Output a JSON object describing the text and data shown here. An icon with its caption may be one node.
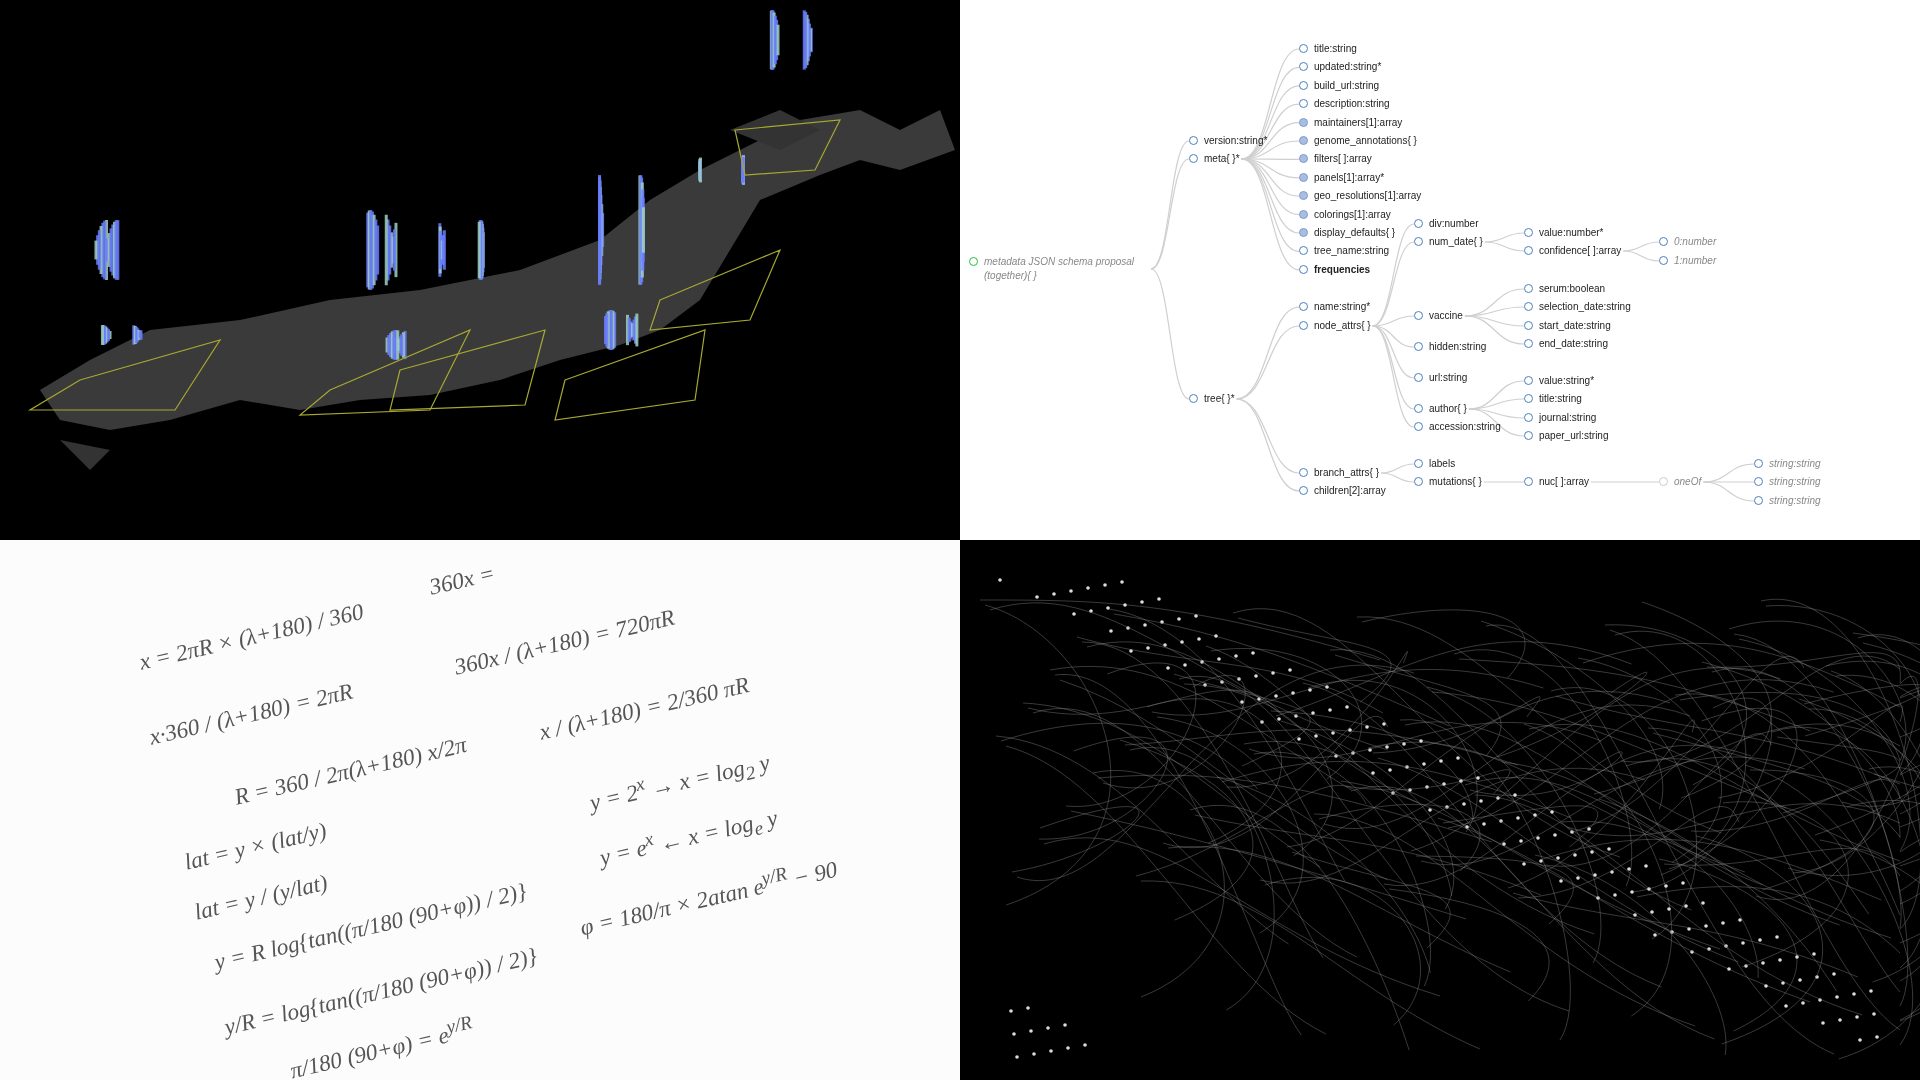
{
  "diagram": {
    "nodes": [
      {
        "text": [
          "metadata JSON schema proposal (together){ }"
        ]
      },
      {
        "text": [
          "version:string*"
        ]
      },
      {
        "text": [
          "meta{ }*"
        ]
      },
      {
        "text": [
          "title:string"
        ]
      },
      {
        "text": [
          "updated:string*"
        ]
      },
      {
        "text": [
          "build_url:string"
        ]
      },
      {
        "text": [
          "description:string"
        ]
      },
      {
        "text": [
          "maintainers[1]:array"
        ]
      },
      {
        "text": [
          "genome_annotations{ }"
        ]
      },
      {
        "text": [
          "filters[ ]:array"
        ]
      },
      {
        "text": [
          "panels[1]:array*"
        ]
      },
      {
        "text": [
          "geo_resolutions[1]:array"
        ]
      },
      {
        "text": [
          "colorings[1]:array"
        ]
      },
      {
        "text": [
          "display_defaults{ }"
        ]
      },
      {
        "text": [
          "tree_name:string"
        ]
      },
      {
        "text": [
          "frequencies"
        ]
      },
      {
        "text": [
          "tree{ }*"
        ]
      },
      {
        "text": [
          "name:string*"
        ]
      },
      {
        "text": [
          "node_attrs{ }"
        ]
      },
      {
        "text": [
          "div:number"
        ]
      },
      {
        "text": [
          "num_date{ }"
        ]
      },
      {
        "text": [
          "value:number*"
        ]
      },
      {
        "text": [
          "confidence[ ]:array"
        ]
      },
      {
        "text": [
          "0:number"
        ]
      },
      {
        "text": [
          "1:number"
        ]
      },
      {
        "text": [
          "vaccine"
        ]
      },
      {
        "text": [
          "serum:boolean"
        ]
      },
      {
        "text": [
          "selection_date:string"
        ]
      },
      {
        "text": [
          "start_date:string"
        ]
      },
      {
        "text": [
          "end_date:string"
        ]
      },
      {
        "text": [
          "hidden:string"
        ]
      },
      {
        "text": [
          "url:string"
        ]
      },
      {
        "text": [
          "author{ }"
        ]
      },
      {
        "text": [
          "value:string*"
        ]
      },
      {
        "text": [
          "title:string"
        ]
      },
      {
        "text": [
          "journal:string"
        ]
      },
      {
        "text": [
          "paper_url:string"
        ]
      },
      {
        "text": [
          "accession:string"
        ]
      },
      {
        "text": [
          "branch_attrs{ }"
        ]
      },
      {
        "text": [
          "labels"
        ]
      },
      {
        "text": [
          "mutations{ }"
        ]
      },
      {
        "text": [
          "nuc[ ]:array"
        ]
      },
      {
        "text": [
          "oneOf"
        ]
      },
      {
        "text": [
          "string:string"
        ]
      },
      {
        "text": [
          "string:string"
        ]
      },
      {
        "text": [
          "string:string"
        ]
      },
      {
        "text": [
          "children[2]:array"
        ]
      }
    ],
    "edges": [
      {
        "from": 0,
        "to": 1,
        "arrow": "none"
      },
      {
        "from": 0,
        "to": 2,
        "arrow": "none"
      },
      {
        "from": 0,
        "to": 16,
        "arrow": "none"
      },
      {
        "from": 2,
        "to": 3,
        "arrow": "none"
      },
      {
        "from": 2,
        "to": 4,
        "arrow": "none"
      },
      {
        "from": 2,
        "to": 5,
        "arrow": "none"
      },
      {
        "from": 2,
        "to": 6,
        "arrow": "none"
      },
      {
        "from": 2,
        "to": 7,
        "arrow": "none"
      },
      {
        "from": 2,
        "to": 8,
        "arrow": "none"
      },
      {
        "from": 2,
        "to": 9,
        "arrow": "none"
      },
      {
        "from": 2,
        "to": 10,
        "arrow": "none"
      },
      {
        "from": 2,
        "to": 11,
        "arrow": "none"
      },
      {
        "from": 2,
        "to": 12,
        "arrow": "none"
      },
      {
        "from": 2,
        "to": 13,
        "arrow": "none"
      },
      {
        "from": 2,
        "to": 14,
        "arrow": "none"
      },
      {
        "from": 2,
        "to": 15,
        "arrow": "none"
      },
      {
        "from": 16,
        "to": 17,
        "arrow": "none"
      },
      {
        "from": 16,
        "to": 18,
        "arrow": "none"
      },
      {
        "from": 16,
        "to": 38,
        "arrow": "none"
      },
      {
        "from": 16,
        "to": 46,
        "arrow": "none"
      },
      {
        "from": 18,
        "to": 19,
        "arrow": "none"
      },
      {
        "from": 18,
        "to": 20,
        "arrow": "none"
      },
      {
        "from": 18,
        "to": 25,
        "arrow": "none"
      },
      {
        "from": 18,
        "to": 30,
        "arrow": "none"
      },
      {
        "from": 18,
        "to": 31,
        "arrow": "none"
      },
      {
        "from": 18,
        "to": 32,
        "arrow": "none"
      },
      {
        "from": 18,
        "to": 37,
        "arrow": "none"
      },
      {
        "from": 20,
        "to": 21,
        "arrow": "none"
      },
      {
        "from": 20,
        "to": 22,
        "arrow": "none"
      },
      {
        "from": 22,
        "to": 23,
        "arrow": "none"
      },
      {
        "from": 22,
        "to": 24,
        "arrow": "none"
      },
      {
        "from": 25,
        "to": 26,
        "arrow": "none"
      },
      {
        "from": 25,
        "to": 27,
        "arrow": "none"
      },
      {
        "from": 25,
        "to": 28,
        "arrow": "none"
      },
      {
        "from": 25,
        "to": 29,
        "arrow": "none"
      },
      {
        "from": 32,
        "to": 33,
        "arrow": "none"
      },
      {
        "from": 32,
        "to": 34,
        "arrow": "none"
      },
      {
        "from": 32,
        "to": 35,
        "arrow": "none"
      },
      {
        "from": 32,
        "to": 36,
        "arrow": "none"
      },
      {
        "from": 38,
        "to": 39,
        "arrow": "none"
      },
      {
        "from": 38,
        "to": 40,
        "arrow": "none"
      },
      {
        "from": 40,
        "to": 41,
        "arrow": "none"
      },
      {
        "from": 41,
        "to": 42,
        "arrow": "none"
      },
      {
        "from": 42,
        "to": 43,
        "arrow": "none"
      },
      {
        "from": 42,
        "to": 44,
        "arrow": "none"
      },
      {
        "from": 42,
        "to": 45,
        "arrow": "none"
      }
    ],
    "labels": [
      "360x =",
      "x = 2πR × (λ+180) / 360",
      "360x / (λ+180) = 720πR",
      "x·360 / (λ+180) = 2πR",
      "x / (λ+180) = 2/360 πR",
      "R = 360 / 2π(λ+180) x/2π",
      "y = 2$^{x}$ → x = log$_{2}$ y",
      "lat = y × (lat/y)",
      "y = e$^{x}$ ← x = log$_{e}$ y",
      "lat = y / (y/lat)",
      "y = R log{tan((π/180 (90+φ)) / 2)}",
      "φ = 180/π × 2atan e$^{y/R}$ − 90",
      "y/R = log{tan((π/180 (90+φ)) / 2)}",
      "π/180 (90+φ) = e$^{y/R}$"
    ]
  }
}
